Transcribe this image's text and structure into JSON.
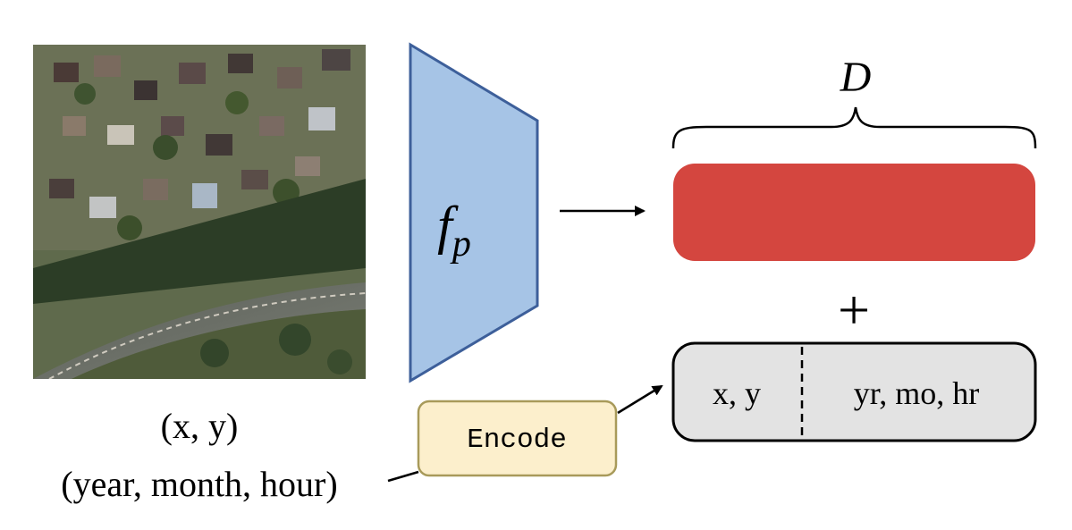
{
  "image": {
    "description": "satellite-image"
  },
  "encoder": {
    "label": "f",
    "subscript": "p",
    "fill": "#a6c4e6",
    "stroke": "#3d5f9a"
  },
  "embedding": {
    "dimension_label": "D",
    "fill": "#d4463f"
  },
  "plus": "+",
  "meta_vector": {
    "left_label": "x, y",
    "right_label": "yr, mo, hr",
    "fill": "#e3e3e3"
  },
  "encode_box": {
    "label": "Encode",
    "fill": "#fcefcc",
    "stroke": "#a89a5a"
  },
  "inputs": {
    "coords": "(x, y)",
    "time": "(year, month, hour)"
  }
}
